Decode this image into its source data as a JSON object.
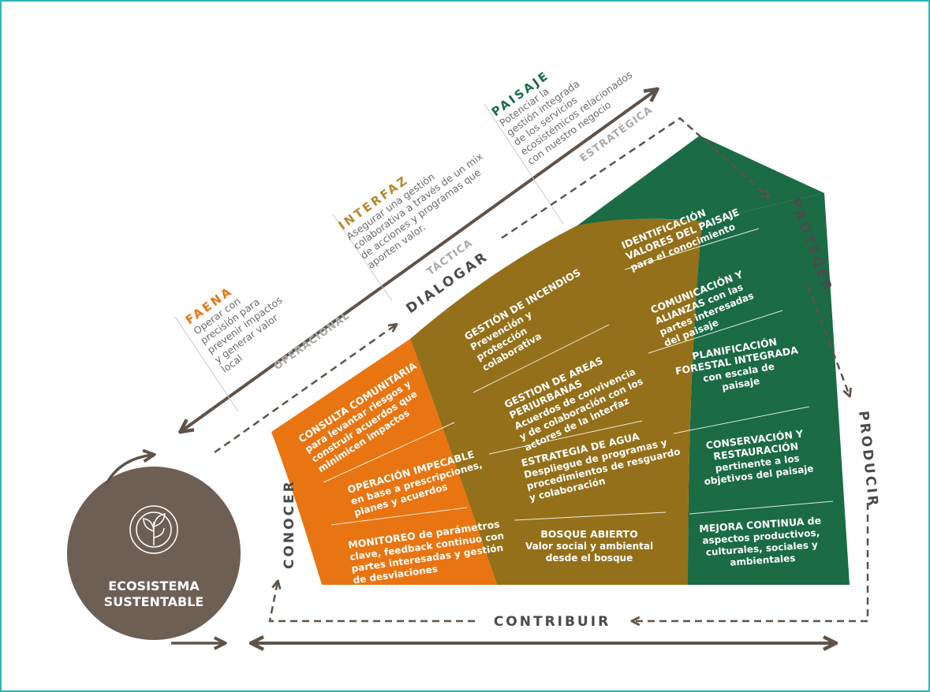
{
  "colors": {
    "orange": "#e87511",
    "olive": "#94701a",
    "green": "#1b6b45",
    "brown": "#6e5f55",
    "arrow": "#5f5248",
    "frame": "#2bb5b8",
    "faena": "#e87511",
    "interfaz": "#b5892c",
    "paisaje": "#1b6b45"
  },
  "logo": {
    "line1": "ECOSISTEMA",
    "line2": "SUSTENTABLE",
    "icon": "leaf-circle-icon"
  },
  "verbs": {
    "conocer": "CONOCER",
    "dialogar": "DIALOGAR",
    "proteger": "PROTEGER",
    "producir": "PRODUCIR",
    "contribuir": "CONTRIBUIR"
  },
  "stages": {
    "faena": {
      "name": "FAENA",
      "lines": [
        "Operar con",
        "precisión para",
        "prevenir impactos",
        "y generar valor",
        "local"
      ],
      "level": "OPERACIONAL"
    },
    "interfaz": {
      "name": "INTERFAZ",
      "lines": [
        "Asegurar una gestión",
        "colaborativa  a través de un mix",
        "de acciones y programas que",
        "aporten valor."
      ],
      "level": "TÁCTICA"
    },
    "paisaje": {
      "name": "PAISAJE",
      "lines": [
        "Potenciar la",
        "gestión integrada",
        "de los servicios",
        "ecosistémicos relacionados",
        "con nuestro negocio"
      ],
      "level": "ESTRATÉGICA"
    }
  },
  "bands": {
    "orange": [
      {
        "lines": [
          "CONSULTA COMUNITARIA",
          "para levantar riesgos y",
          "construir acuerdos que",
          "minimicen impactos"
        ]
      },
      {
        "lines": [
          "OPERACIÓN IMPECABLE",
          "en base a prescripciones,",
          "planes y acuerdos"
        ]
      },
      {
        "lines": [
          "MONITOREO de parámetros",
          "clave, feedback continuo con",
          "partes interesadas y gestión",
          "de desviaciones"
        ]
      }
    ],
    "olive": [
      {
        "lines": [
          "GESTIÓN DE INCENDIOS",
          "Prevención y",
          "protección",
          "colaborativa"
        ]
      },
      {
        "lines": [
          "GESTION DE AREAS",
          "PERIURBANAS",
          "Acuerdos de convivencia",
          "y de colaboración con los",
          "actores de la interfaz"
        ]
      },
      {
        "lines": [
          "ESTRATEGIA DE AGUA",
          "Despliegue de programas y",
          "procedimientos de resguardo",
          "y colaboración"
        ]
      },
      {
        "lines": [
          "BOSQUE ABIERTO",
          "Valor social y ambiental",
          "desde el bosque"
        ]
      }
    ],
    "green": [
      {
        "lines": [
          "IDENTIFICACIÓN",
          "VALORES DEL PAISAJE",
          "para el conocimiento"
        ]
      },
      {
        "lines": [
          "COMUNICACIÓN Y",
          "ALIANZAS con las",
          "partes interesadas",
          "del paisaje"
        ]
      },
      {
        "lines": [
          "PLANIFICACIÓN",
          "FORESTAL INTEGRADA",
          "con escala de",
          "paisaje"
        ]
      },
      {
        "lines": [
          "CONSERVACIÓN Y",
          "RESTAURACIÓN",
          "pertinente a los",
          "objetivos del paisaje"
        ]
      },
      {
        "lines": [
          "MEJORA CONTINUA  de",
          "aspectos productivos,",
          "culturales, sociales y",
          "ambientales"
        ]
      }
    ]
  }
}
